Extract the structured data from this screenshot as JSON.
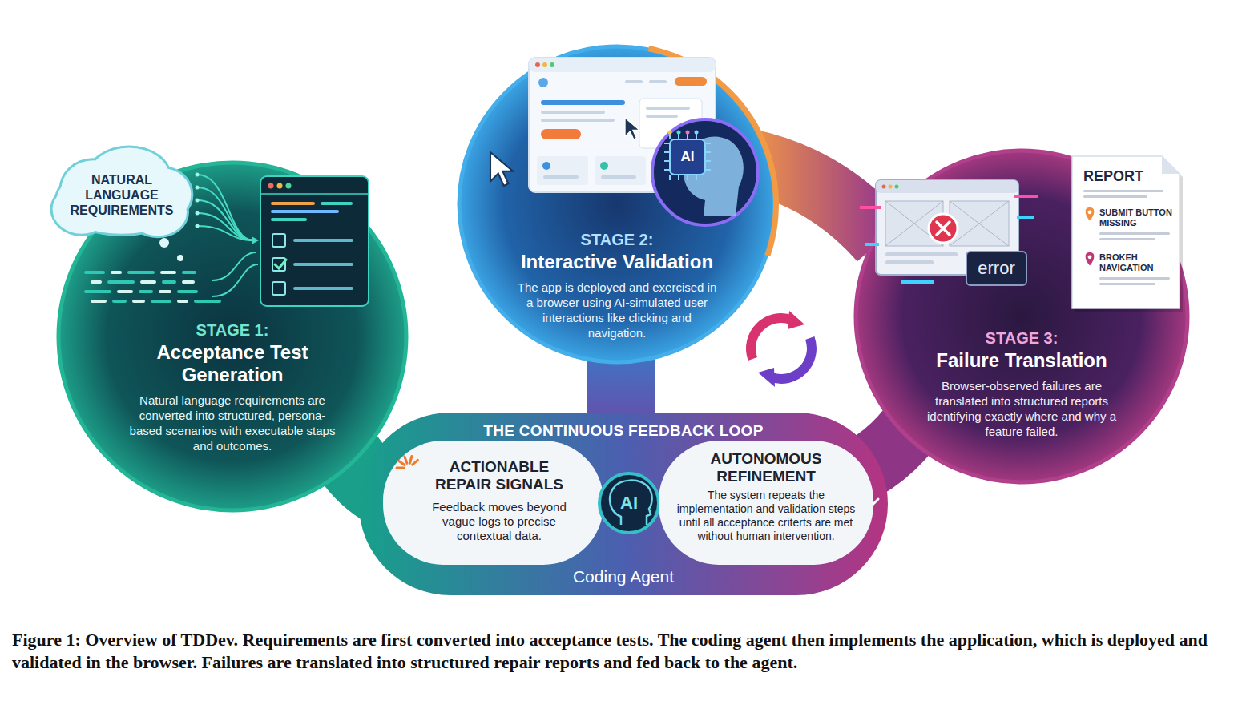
{
  "diagram": {
    "caption": "Figure 1: Overview of TDDev. Requirements are first converted into acceptance tests. The coding agent then implements the application, which is deployed and validated in the browser. Failures are translated into structured repair reports and fed back to the agent.",
    "nodes": [
      {
        "text": [
          "NATURAL LANGUAGE REQUIREMENTS"
        ]
      },
      {
        "text": [
          "STAGE 1:",
          "Acceptance Test Generation",
          "Natural language requirements are converted into structured, persona-based scenarios with executable staps and outcomes."
        ]
      },
      {
        "text": [
          "STAGE 2:",
          "Interactive Validation",
          "The app is deployed and exercised in a browser using AI-simulated user interactions like clicking and navigation."
        ]
      },
      {
        "text": [
          "STAGE 3:",
          "Failure Translation",
          "Browser-observed failures are translated into structured reports identifying exactly where and why a feature failed."
        ]
      },
      {
        "text": [
          "error"
        ],
        "in": 3
      },
      {
        "text": [
          "REPORT",
          "SUBMIT BUTTON MISSING",
          "BROKEH NAVIGATION"
        ],
        "in": 3
      },
      {
        "text": [
          "THE CONTINUOUS FEEDBACK LOOP",
          "Coding Agent"
        ]
      },
      {
        "text": [
          "ACTIONABLE REPAIR SIGNALS",
          "Feedback moves beyond vague logs to precise contextual data."
        ],
        "in": 6
      },
      {
        "text": [
          "AUTONOMOUS REFINEMENT",
          "The system repeats the implementation and validation steps until all acceptance criterts are met without human intervention."
        ],
        "in": 6
      }
    ],
    "labels": [
      "AI",
      "AI"
    ]
  }
}
